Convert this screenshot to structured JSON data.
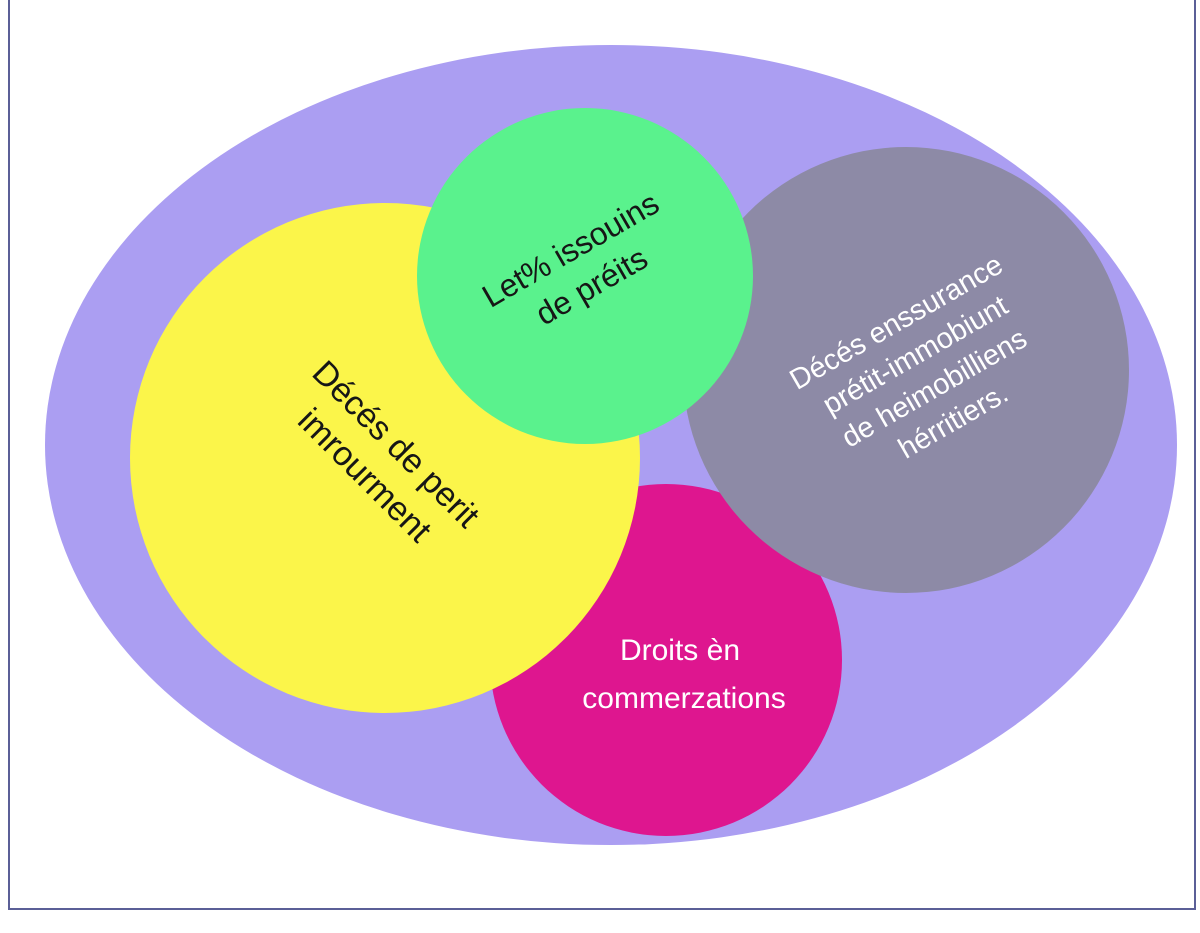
{
  "colors": {
    "outer_ellipse": "#ab9ef2",
    "yellow": "#fbf54a",
    "green": "#5af28d",
    "gray": "#8d8aa6",
    "magenta": "#de168f",
    "dark_text": "#161616",
    "light_text": "#ffffff",
    "frame_border": "#5b5f97"
  },
  "circles": {
    "yellow": {
      "line1": "Décés de perit",
      "line2": "imrourment"
    },
    "green": {
      "line1": "Let% issouins",
      "line2": "de préits"
    },
    "gray": {
      "line1": "Décés enssurance",
      "line2": "prétit-immobiunt",
      "line3": "de heimobilliens",
      "line4": "hérritiers."
    },
    "magenta": {
      "line1": "Droits èn",
      "line2": "commerzations"
    }
  }
}
